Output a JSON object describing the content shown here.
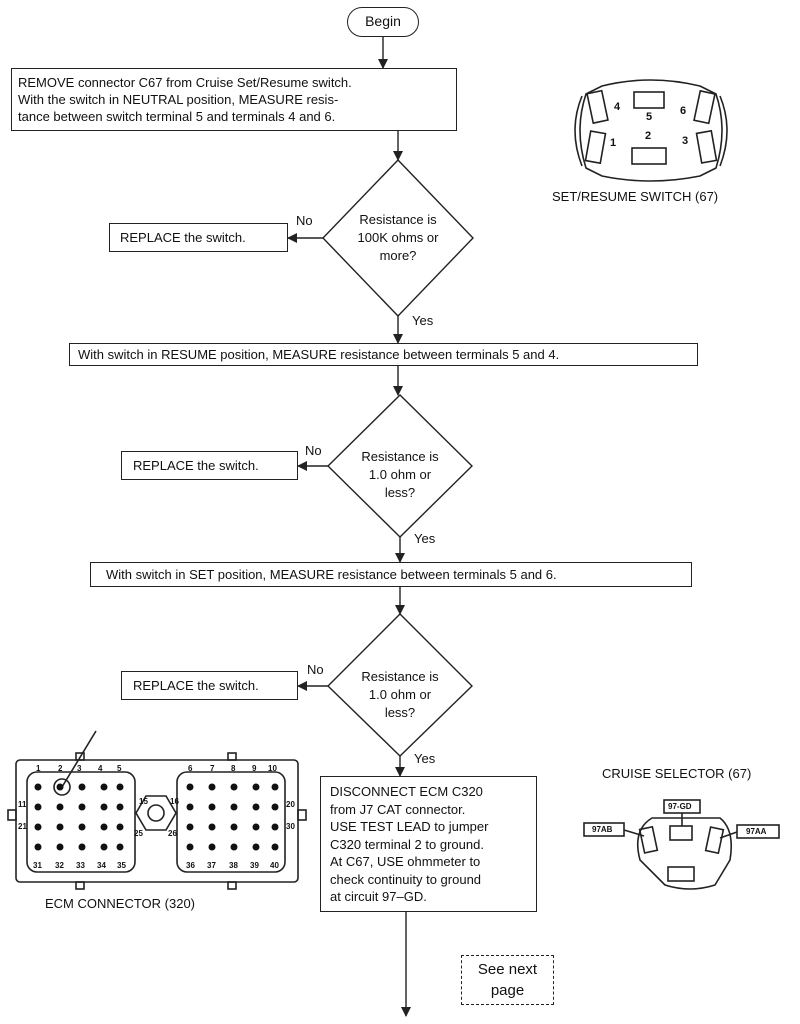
{
  "flowchart": {
    "start": "Begin",
    "step1": {
      "lines": [
        "REMOVE connector C67 from Cruise Set/Resume switch.",
        "With the switch in NEUTRAL position, MEASURE resis-",
        "tance between switch terminal 5 and terminals 4 and 6."
      ]
    },
    "decision1": {
      "lines": [
        "Resistance is",
        "100K ohms or",
        "more?"
      ],
      "no": "No",
      "yes": "Yes"
    },
    "replace1": "REPLACE the switch.",
    "step2": "With switch in RESUME position, MEASURE resistance between terminals 5 and 4.",
    "decision2": {
      "lines": [
        "Resistance is",
        "1.0 ohm or",
        "less?"
      ],
      "no": "No",
      "yes": "Yes"
    },
    "replace2": "REPLACE the switch.",
    "step3": "With switch in SET position, MEASURE resistance between terminals 5 and 6.",
    "decision3": {
      "lines": [
        "Resistance is",
        "1.0 ohm or",
        "less?"
      ],
      "no": "No",
      "yes": "Yes"
    },
    "replace3": "REPLACE the switch.",
    "step4": {
      "lines": [
        "DISCONNECT ECM C320",
        "from J7 CAT connector.",
        "USE TEST LEAD to jumper",
        "C320 terminal 2 to ground.",
        "At C67, USE ohmmeter to",
        "check continuity to ground",
        "at circuit 97–GD."
      ]
    },
    "see_next": [
      "See next",
      "page"
    ]
  },
  "set_resume_switch": {
    "caption": "SET/RESUME SWITCH (67)",
    "terminals": [
      "4",
      "5",
      "6",
      "1",
      "2",
      "3"
    ]
  },
  "ecm_connector": {
    "caption": "ECM CONNECTOR (320)",
    "pin_labels": [
      "1",
      "2",
      "3",
      "4",
      "5",
      "6",
      "7",
      "8",
      "9",
      "10",
      "11",
      "15",
      "16",
      "20",
      "21",
      "25",
      "26",
      "30",
      "31",
      "32",
      "33",
      "34",
      "35",
      "36",
      "37",
      "38",
      "39",
      "40"
    ]
  },
  "cruise_selector": {
    "caption": "CRUISE SELECTOR (67)",
    "circuits": [
      "97-GD",
      "97AB",
      "97AA"
    ]
  }
}
